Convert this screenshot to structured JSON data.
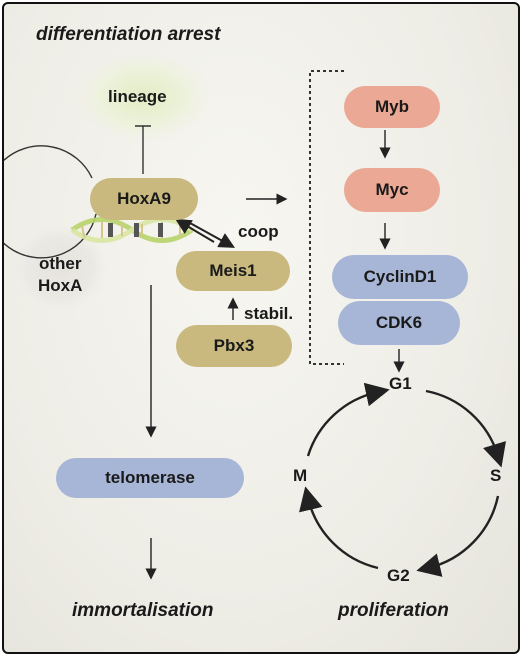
{
  "title": "differentiation arrest",
  "nodes": {
    "lineage": "lineage",
    "hoxa9": "HoxA9",
    "other_hoxa": "other\nHoxA",
    "meis1": "Meis1",
    "pbx3": "Pbx3",
    "myb": "Myb",
    "myc": "Myc",
    "cyclind1": "CyclinD1",
    "cdk6": "CDK6",
    "telomerase": "telomerase"
  },
  "edge_labels": {
    "coop": "coop",
    "stabil": "stabil."
  },
  "cell_cycle": {
    "g1": "G1",
    "s": "S",
    "g2": "G2",
    "m": "M"
  },
  "outcomes": {
    "immortalisation": "immortalisation",
    "proliferation": "proliferation"
  },
  "colors": {
    "gold": "#c9b97e",
    "salmon": "#eba894",
    "blue": "#a7b6d6",
    "dna_green": "#b7d36a"
  }
}
